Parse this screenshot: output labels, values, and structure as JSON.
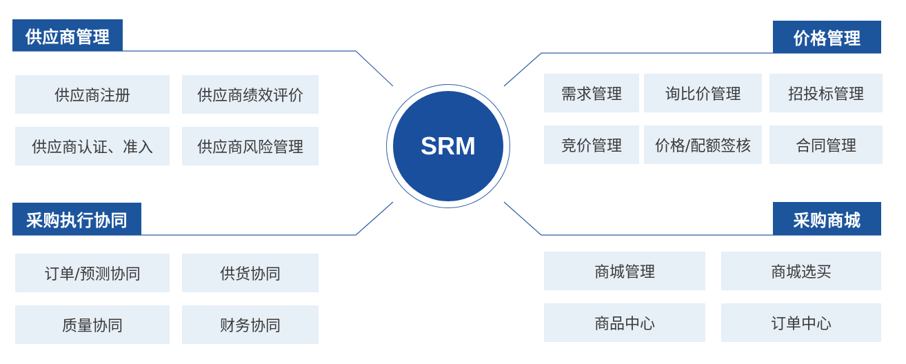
{
  "center": {
    "label": "SRM"
  },
  "colors": {
    "primary": "#1d559d",
    "box_bg": "#e7eff7",
    "line": "#2c5fa4"
  },
  "sections": {
    "supplier": {
      "title": "供应商管理",
      "items": [
        "供应商注册",
        "供应商绩效评价",
        "供应商认证、准入",
        "供应商风险管理"
      ]
    },
    "price": {
      "title": "价格管理",
      "items": [
        "需求管理",
        "询比价管理",
        "招投标管理",
        "竞价管理",
        "价格/配额签核",
        "合同管理"
      ]
    },
    "execution": {
      "title": "采购执行协同",
      "items": [
        "订单/预测协同",
        "供货协同",
        "质量协同",
        "财务协同"
      ]
    },
    "mall": {
      "title": "采购商城",
      "items": [
        "商城管理",
        "商城选买",
        "商品中心",
        "订单中心"
      ]
    }
  }
}
